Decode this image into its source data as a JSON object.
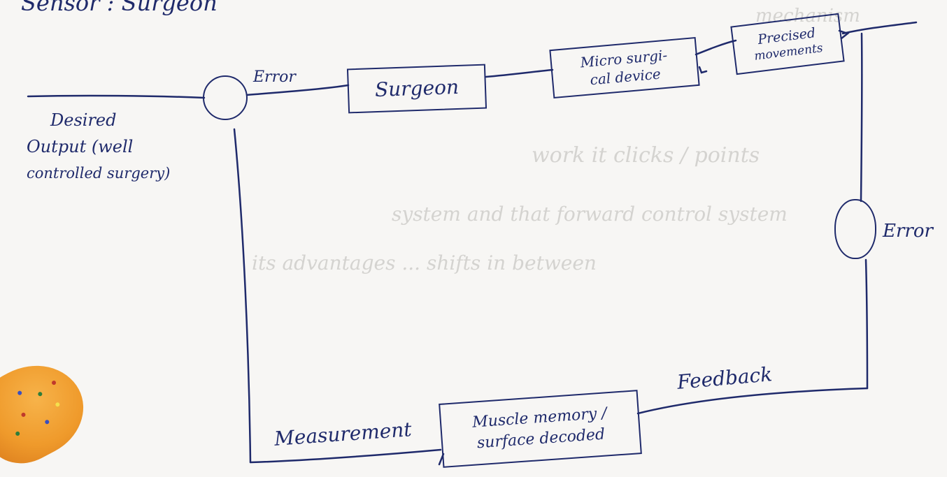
{
  "top_fragment": "Sensor : Surgeon",
  "desired_output": {
    "line1": "Desired",
    "line2": "Output (well",
    "line3": "controlled surgery)"
  },
  "error_top_label": "Error",
  "blocks": {
    "surgeon": "Surgeon",
    "micro_device_line1": "Micro surgi-",
    "micro_device_line2": "cal device",
    "precise_line1": "Precised",
    "precise_line2": "movements",
    "muscle_line1": "Muscle memory /",
    "muscle_line2": "surface decoded"
  },
  "error_right_label": "Error",
  "feedback_label": "Feedback",
  "measurement_label": "Measurement",
  "ghost_text": [
    "mechanism",
    "work it clicks / points",
    "system and that forward control system",
    "its advantages ... shifts in between"
  ],
  "colors": {
    "ink": "#1f2a6b",
    "paper": "#f7f6f4",
    "ghost": "#b9b7b3"
  }
}
